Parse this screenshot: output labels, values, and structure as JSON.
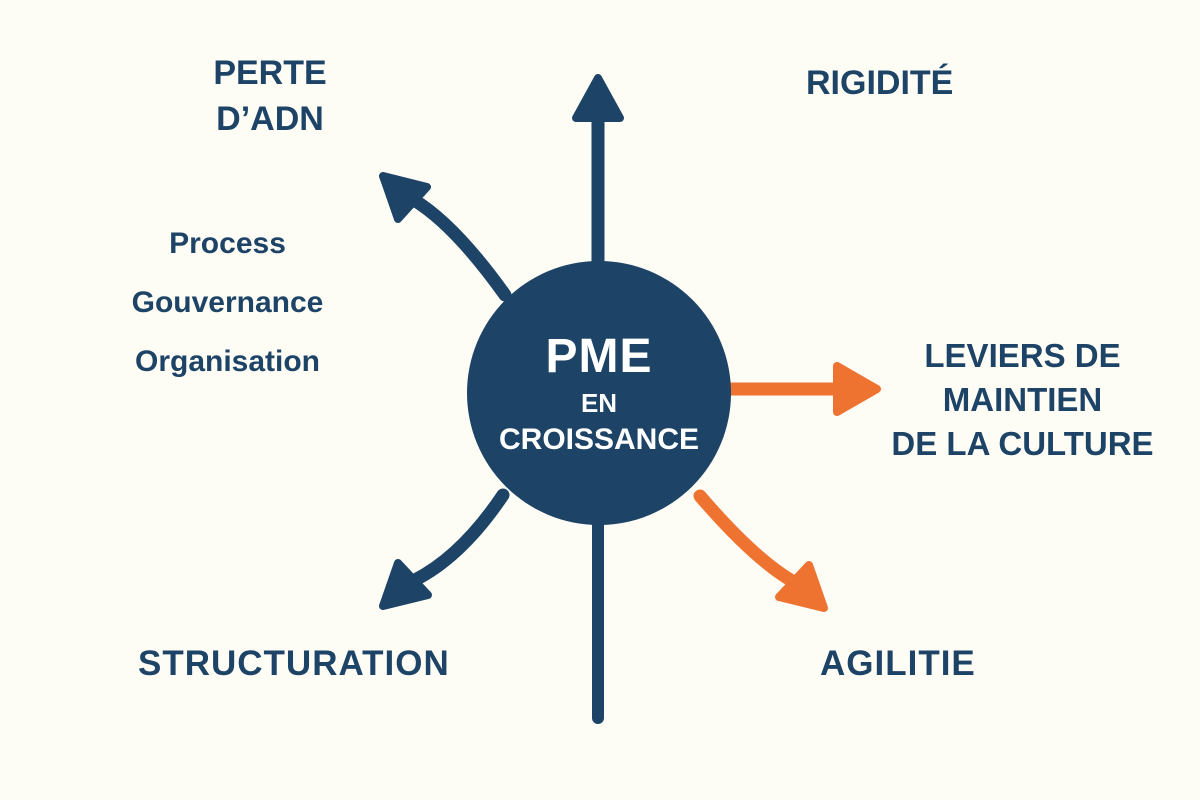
{
  "colors": {
    "navy": "#1D4366",
    "orange": "#EF7330",
    "background": "#FDFCF5",
    "center_text": "#FFFFFF"
  },
  "center_node": {
    "line1": "PME",
    "line2": "EN",
    "line3": "CROISSANCE"
  },
  "labels": {
    "perte_dadn": {
      "line1": "PERTE",
      "line2": "D’ADN"
    },
    "rigidite": "RIGIDITÉ",
    "left_list": [
      "Process",
      "Gouvernance",
      "Organisation"
    ],
    "leviers": {
      "line1": "LEVIERS DE",
      "line2": "MAINTIEN",
      "line3": "DE LA CULTURE"
    },
    "structuration": "STRUCTURATION",
    "agilitie": "AGILITIE"
  },
  "arrows": [
    {
      "name": "arrow-up",
      "color": "navy",
      "direction": "up"
    },
    {
      "name": "arrow-up-left",
      "color": "navy",
      "direction": "up-left"
    },
    {
      "name": "arrow-down-left",
      "color": "navy",
      "direction": "down-left"
    },
    {
      "name": "arrow-right",
      "color": "orange",
      "direction": "right"
    },
    {
      "name": "arrow-down-right",
      "color": "orange",
      "direction": "down-right"
    },
    {
      "name": "stem-down",
      "color": "navy",
      "direction": "down"
    }
  ]
}
